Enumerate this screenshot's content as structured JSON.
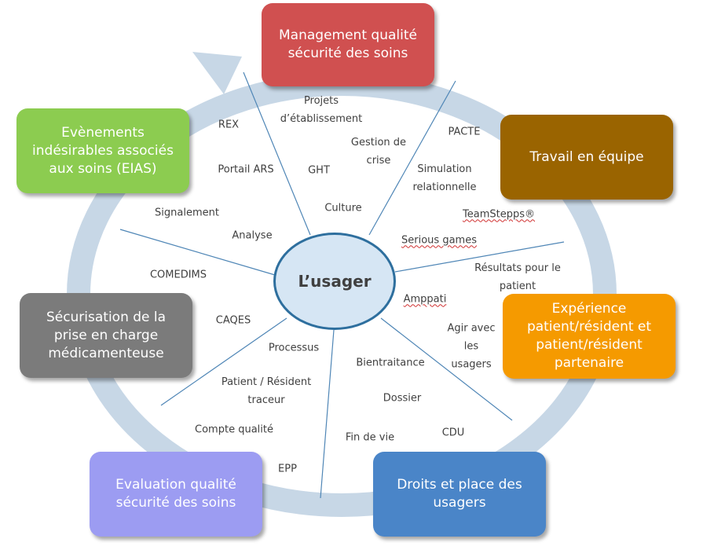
{
  "center": {
    "label": "L’usager"
  },
  "nodes": {
    "management": {
      "label": "Management qualité\nsécurité des soins",
      "color": "#d05050"
    },
    "travail": {
      "label": "Travail en équipe",
      "color": "#9a6400"
    },
    "experience": {
      "label": "Expérience\npatient/résident  et\npatient/résident\npartenaire",
      "color": "#f59a00"
    },
    "droits": {
      "label": "Droits et place des\nusagers",
      "color": "#4a85c8"
    },
    "evaluation": {
      "label": "Evaluation qualité\nsécurité des soins",
      "color": "#9c9cf2"
    },
    "securisation": {
      "label": "Sécurisation de la\nprise en charge\nmédicamenteuse",
      "color": "#7b7b7b"
    },
    "eias": {
      "label": "Evènements\nindésirables  associés\naux soins (EIAS)",
      "color": "#8ccc50"
    }
  },
  "labels": {
    "projets": "Projets\nd’établissement",
    "rex": "REX",
    "pacte": "PACTE",
    "gestion": "Gestion de\ncrise",
    "portail": "Portail ARS",
    "ght": "GHT",
    "simulation": "Simulation\nrelationnelle",
    "culture": "Culture",
    "teamstepps": "TeamStepps®",
    "signalement": "Signalement",
    "analyse": "Analyse",
    "serious": "Serious games",
    "resultats": "Résultats pour le\npatient",
    "comedims": "COMEDIMS",
    "amppati": "Amppati",
    "caqes": "CAQES",
    "agir": "Agir avec\nles\nusagers",
    "processus": "Processus",
    "bientraitance": "Bientraitance",
    "patient_traceur": "Patient / Résident\ntraceur",
    "dossier": "Dossier",
    "compte": "Compte qualité",
    "cdu": "CDU",
    "fin": "Fin de vie",
    "epp": "EPP"
  },
  "colors": {
    "ring": "#c7d7e6",
    "center_fill": "#d6e6f4",
    "center_border": "#2e6f9e",
    "spoke": "#4f86b6"
  }
}
